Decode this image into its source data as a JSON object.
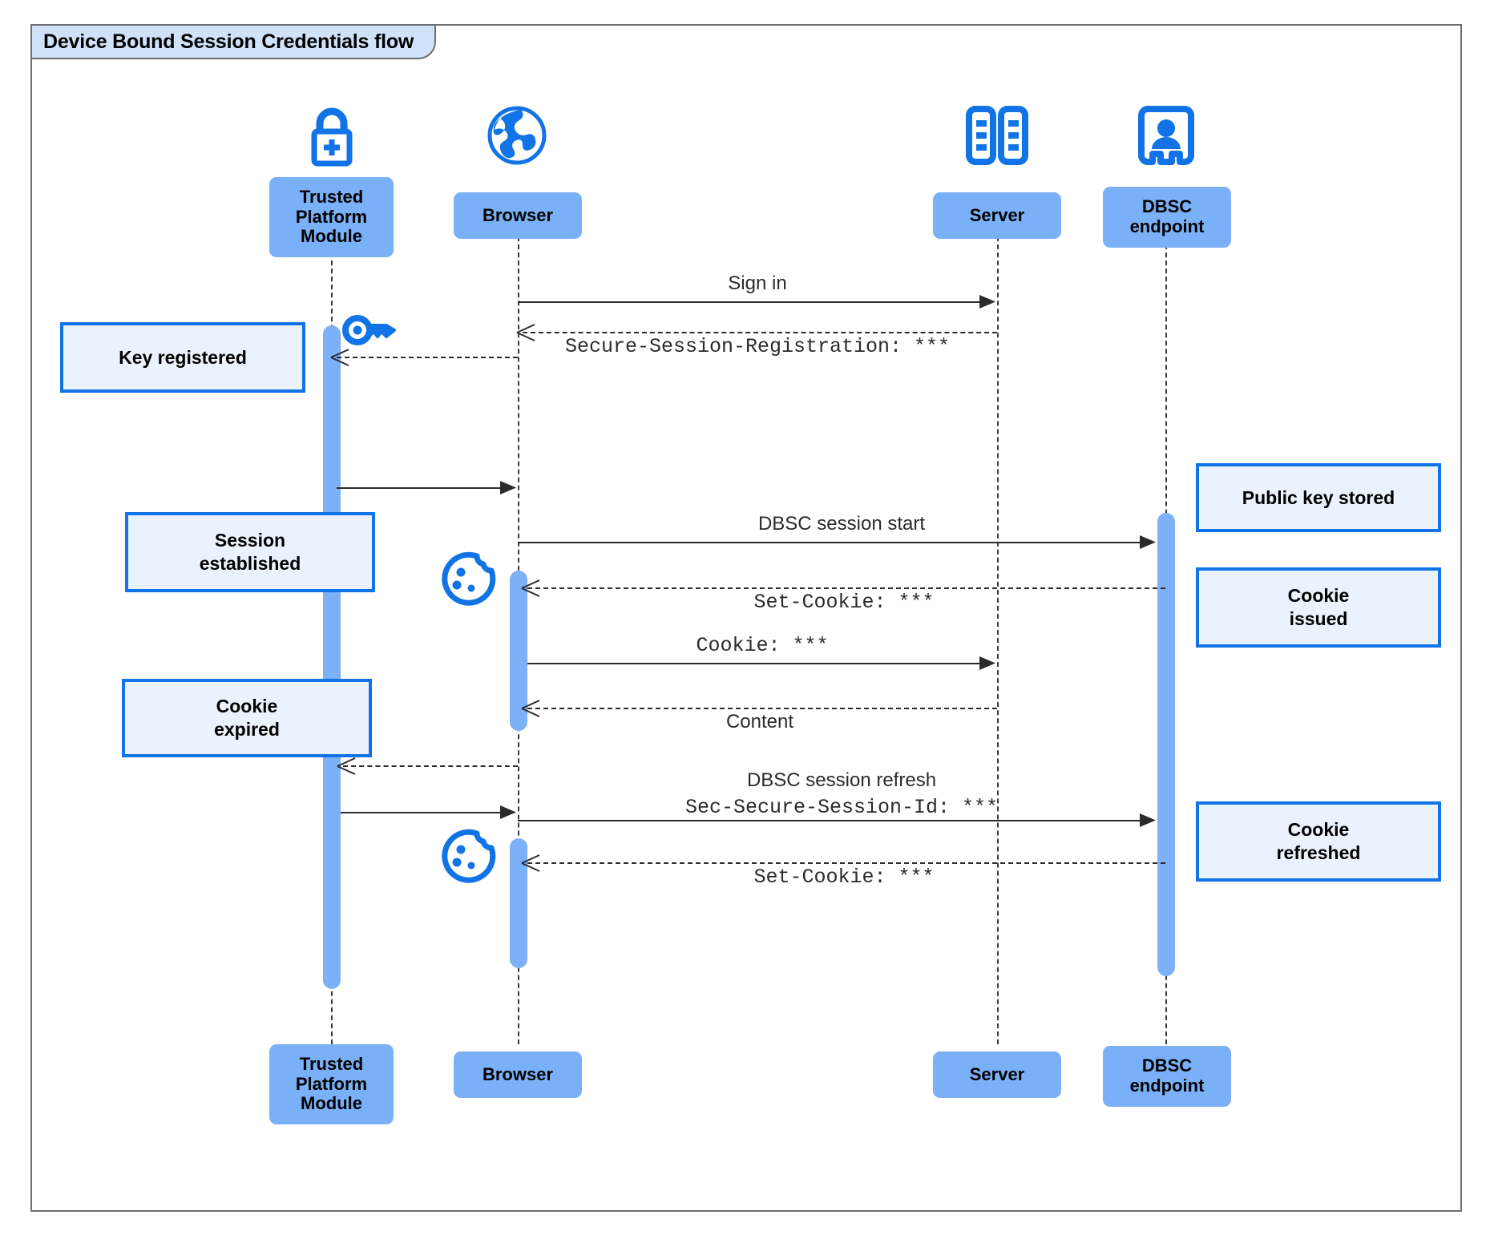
{
  "frame": {
    "label": "Device Bound Session Credentials flow"
  },
  "colors": {
    "accent_blue": "#1273e6",
    "participant_fill": "#79b0f7",
    "note_fill": "#eaf2fd",
    "note_border": "#1273e6",
    "activation_fill": "#7cb0f7",
    "frame_border": "#6e6e6e",
    "frame_label_fill": "#cfe2f7",
    "line": "#2b2b2b"
  },
  "participants": [
    {
      "id": "tpm",
      "label": "Trusted\nPlatform\nModule",
      "icon": "padlock-plus-icon"
    },
    {
      "id": "browser",
      "label": "Browser",
      "icon": "globe-icon"
    },
    {
      "id": "server",
      "label": "Server",
      "icon": "server-rack-icon"
    },
    {
      "id": "dbsc",
      "label": "DBSC\nendpoint",
      "icon": "id-badge-person-icon"
    }
  ],
  "footer_participants": [
    {
      "id": "tpm",
      "label": "Trusted\nPlatform\nModule"
    },
    {
      "id": "browser",
      "label": "Browser"
    },
    {
      "id": "server",
      "label": "Server"
    },
    {
      "id": "dbsc",
      "label": "DBSC\nendpoint"
    }
  ],
  "messages": [
    {
      "id": "m1",
      "label": "Sign in",
      "style": "sans",
      "from": "browser",
      "to": "server",
      "line": "solid"
    },
    {
      "id": "m2",
      "label": "Secure-Session-Registration: ***",
      "style": "mono",
      "from": "server",
      "to": "browser",
      "line": "dashed"
    },
    {
      "id": "m3",
      "label": "",
      "style": "sans",
      "from": "tpm",
      "to": "browser",
      "line": "solid"
    },
    {
      "id": "m4",
      "label": "DBSC session start",
      "style": "sans",
      "from": "browser",
      "to": "dbsc",
      "line": "solid"
    },
    {
      "id": "m5",
      "label": "Set-Cookie: ***",
      "style": "mono",
      "from": "dbsc",
      "to": "browser",
      "line": "dashed"
    },
    {
      "id": "m6",
      "label": "Cookie: ***",
      "style": "mono",
      "from": "browser",
      "to": "server",
      "line": "solid"
    },
    {
      "id": "m7",
      "label": "Content",
      "style": "sans",
      "from": "server",
      "to": "browser",
      "line": "dashed"
    },
    {
      "id": "m8",
      "label": "",
      "style": "sans",
      "from": "browser",
      "to": "tpm",
      "line": "dashed"
    },
    {
      "id": "m9",
      "label": "DBSC session refresh",
      "style": "sans",
      "from": "tpm",
      "to": "browser",
      "line": "solid"
    },
    {
      "id": "m10",
      "label": "Sec-Secure-Session-Id: ***",
      "style": "mono",
      "from": "browser",
      "to": "dbsc",
      "line": "solid"
    },
    {
      "id": "m11",
      "label": "Set-Cookie: ***",
      "style": "mono",
      "from": "dbsc",
      "to": "browser",
      "line": "dashed"
    }
  ],
  "notes": [
    {
      "id": "n1",
      "label": "Key registered",
      "side": "left"
    },
    {
      "id": "n2",
      "label": "Session\nestablished",
      "side": "left"
    },
    {
      "id": "n3",
      "label": "Cookie\nexpired",
      "side": "left"
    },
    {
      "id": "n4",
      "label": "Public key stored",
      "side": "right"
    },
    {
      "id": "n5",
      "label": "Cookie\nissued",
      "side": "right"
    },
    {
      "id": "n6",
      "label": "Cookie\nrefreshed",
      "side": "right"
    }
  ],
  "inline_icons": [
    {
      "id": "i1",
      "name": "key-icon",
      "near": "tpm"
    },
    {
      "id": "i2",
      "name": "cookie-icon",
      "near": "browser"
    },
    {
      "id": "i3",
      "name": "cookie-icon",
      "near": "browser"
    }
  ]
}
